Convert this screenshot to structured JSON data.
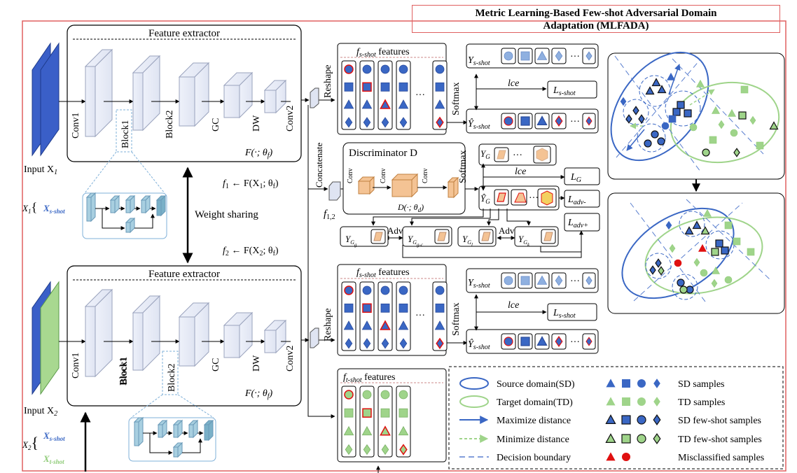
{
  "title": {
    "line1": "Metric Learning-Based Few-shot Adversarial Domain",
    "line2": "Adaptation (MLFADA)"
  },
  "extractor": {
    "title": "Feature extractor",
    "func": "F(·; θ",
    "func_sub": "f",
    "func_close": ")",
    "top_layers": [
      "Conv1",
      "Block1",
      "Block2",
      "GC",
      "DW",
      "Conv2"
    ],
    "bottom_layers": [
      "Conv1",
      "Block1",
      "Block2",
      "GC",
      "DW",
      "Conv2"
    ],
    "block_tag_top": "Block1",
    "block_tag_bottom": "Block2"
  },
  "inputs": {
    "x1_label": "Input X",
    "x1_sub": "1",
    "x2_label": "Input X",
    "x2_sub": "2",
    "x1_set": "X",
    "x1_set_sub": "1",
    "x_s_shot": "X",
    "x_s_shot_sub": "s-shot",
    "x2_set": "X",
    "x2_set_sub": "2",
    "x_t_shot": "X",
    "x_t_shot_sub": "t-shot"
  },
  "weights": {
    "f1_eq": "f",
    "f1_sub": "1",
    "f1_rhs": " ← F(X",
    "f1_rhs_sub": "1",
    "f1_rhs_tail": "; θ",
    "f1_theta_sub": "f",
    "f1_close": ")",
    "f2_eq": "f",
    "f2_sub": "2",
    "f2_rhs": " ← F(X",
    "f2_rhs_sub": "2",
    "f2_rhs_tail": "; θ",
    "f2_theta_sub": "f",
    "f2_close": ")",
    "sharing": "Weight sharing"
  },
  "ops": {
    "reshape": "Reshape",
    "softmax": "Softmax",
    "concatenate": "Concatenate",
    "f12": "f",
    "f12_sub": "1,2"
  },
  "features": {
    "s_shot_f": "f",
    "s_shot_sub": "s-shot",
    "s_shot_rest": " features",
    "t_shot_f": "f",
    "t_shot_sub": "t-shot",
    "t_shot_rest": " features",
    "ellipsis": "···"
  },
  "heads": {
    "y_s": "Y",
    "y_s_sub": "s-shot",
    "y_hat_s": "Ŷ",
    "y_hat_s_sub": "s-shot",
    "lce": "lce",
    "l_s": "L",
    "l_s_sub": "s-shot"
  },
  "discriminator": {
    "title": "Discriminator D",
    "conv": "Conv",
    "func": "D(·; θ",
    "func_sub": "d",
    "func_close": ")",
    "y_g": "Y",
    "y_g_sub": "G",
    "y_hat_g": "Ŷ",
    "y_hat_g_sub": "G",
    "l_g": "L",
    "l_g_sub": "G",
    "l_adv_minus": "L",
    "l_adv_minus_sub": "adv-",
    "l_adv_plus": "L",
    "l_adv_plus_sub": "adv+",
    "adv": "Adv",
    "yg_g": "Y",
    "yg_g_sub": "G",
    "yg_g_subsub": "g",
    "yg_gc": "Y",
    "yg_gc_sub": "G",
    "yg_gc_subsub": "g-c",
    "yg_l": "Y",
    "yg_l_sub": "G",
    "yg_l_subsub": "l",
    "yg_k": "Y",
    "yg_k_sub": "G",
    "yg_k_subsub": "k"
  },
  "legend": {
    "source_domain": "Source domain(SD)",
    "target_domain": "Target domain(TD)",
    "maximize": "Maximize distance",
    "minimize": "Minimize distance",
    "decision": "Decision boundary",
    "sd_samples": "SD samples",
    "td_samples": "TD samples",
    "sd_few": "SD few-shot samples",
    "td_few": "TD few-shot samples",
    "misclassified": "Misclassified samples"
  },
  "colors": {
    "source_blue": "#3a67c4",
    "target_green": "#9fd48a",
    "misclassified_red": "#e01010",
    "input_blue": "#3a5fc8",
    "input_green": "#a8d890",
    "discriminator_orange": "#f4c394",
    "frame_red": "#e06060"
  }
}
